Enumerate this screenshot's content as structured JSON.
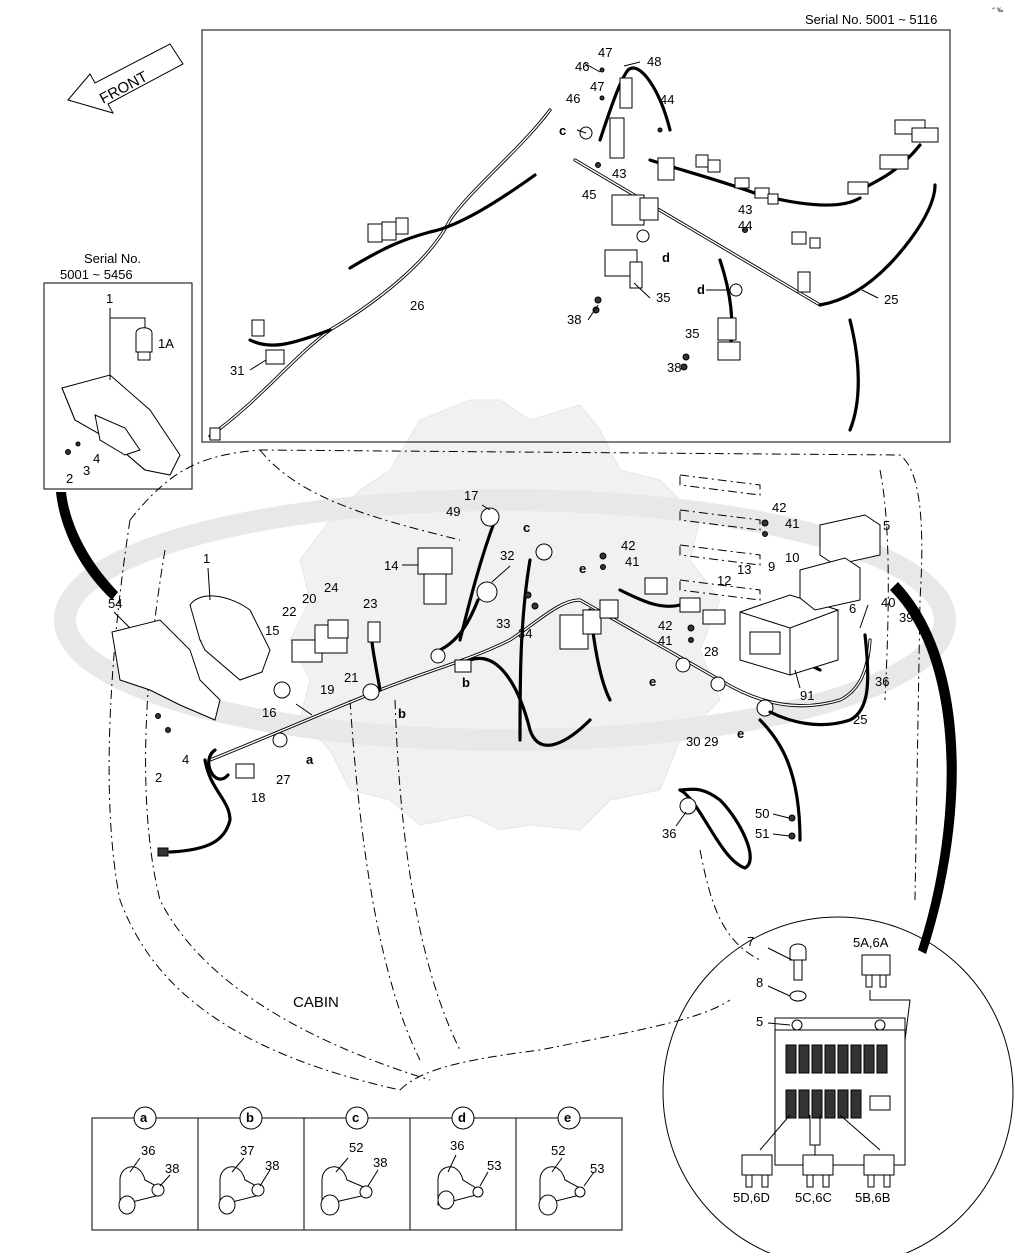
{
  "serial_main": "Serial No. 5001 ~ 5116",
  "serial_inset": {
    "line1": "Serial No.",
    "line2": "5001 ~ 5456"
  },
  "front_label": "FRONT",
  "cabin_label": "CABIN",
  "corner_mark": "°' ‰",
  "inset_lamp": {
    "labels": [
      "1",
      "1A",
      "2",
      "3",
      "4"
    ]
  },
  "upper_harness": {
    "labels": [
      "46",
      "47",
      "48",
      "47",
      "46",
      "44",
      "c",
      "45",
      "43",
      "43",
      "44",
      "d",
      "d",
      "35",
      "38",
      "35",
      "38",
      "26",
      "25",
      "31"
    ]
  },
  "main_callouts": {
    "labels": [
      "17",
      "49",
      "14",
      "32",
      "c",
      "1",
      "54",
      "22",
      "20",
      "24",
      "23",
      "15",
      "19",
      "21",
      "16",
      "33",
      "34",
      "b",
      "b",
      "a",
      "2",
      "4",
      "27",
      "18",
      "e",
      "42",
      "41",
      "42",
      "41",
      "28",
      "e",
      "91",
      "30",
      "29",
      "e",
      "25",
      "36",
      "50",
      "51",
      "12",
      "13",
      "9",
      "10",
      "41",
      "42",
      "5",
      "6",
      "40",
      "39",
      "36"
    ]
  },
  "fuse_box": {
    "labels": [
      "7",
      "8",
      "5",
      "5A,6A",
      "5D,6D",
      "5C,6C",
      "5B,6B"
    ]
  },
  "clamp_details": [
    {
      "letter": "a",
      "part": "36",
      "screw": "38"
    },
    {
      "letter": "b",
      "part": "37",
      "screw": "38"
    },
    {
      "letter": "c",
      "part": "52",
      "screw": "38"
    },
    {
      "letter": "d",
      "part": "36",
      "screw": "53"
    },
    {
      "letter": "e",
      "part": "52",
      "screw": "53"
    }
  ]
}
